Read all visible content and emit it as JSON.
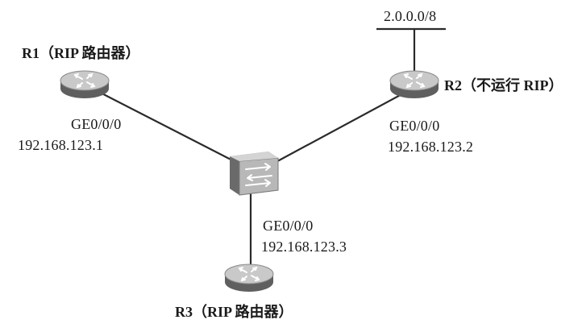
{
  "diagram": {
    "network": "2.0.0.0/8",
    "routers": [
      {
        "name": "R1（RIP 路由器）",
        "iface": "GE0/0/0",
        "ip": "192.168.123.1"
      },
      {
        "name": "R2（不运行 RIP）",
        "iface": "GE0/0/0",
        "ip": "192.168.123.2"
      },
      {
        "name": "R3（RIP 路由器）",
        "iface": "GE0/0/0",
        "ip": "192.168.123.3"
      }
    ]
  },
  "colors": {
    "router_top": "#c9c9c9",
    "router_side": "#5f5f5f",
    "switch_face": "#b8b8b8",
    "link": "#2a2a2a"
  },
  "icons": {
    "router": "router-icon",
    "switch": "switch-icon"
  }
}
